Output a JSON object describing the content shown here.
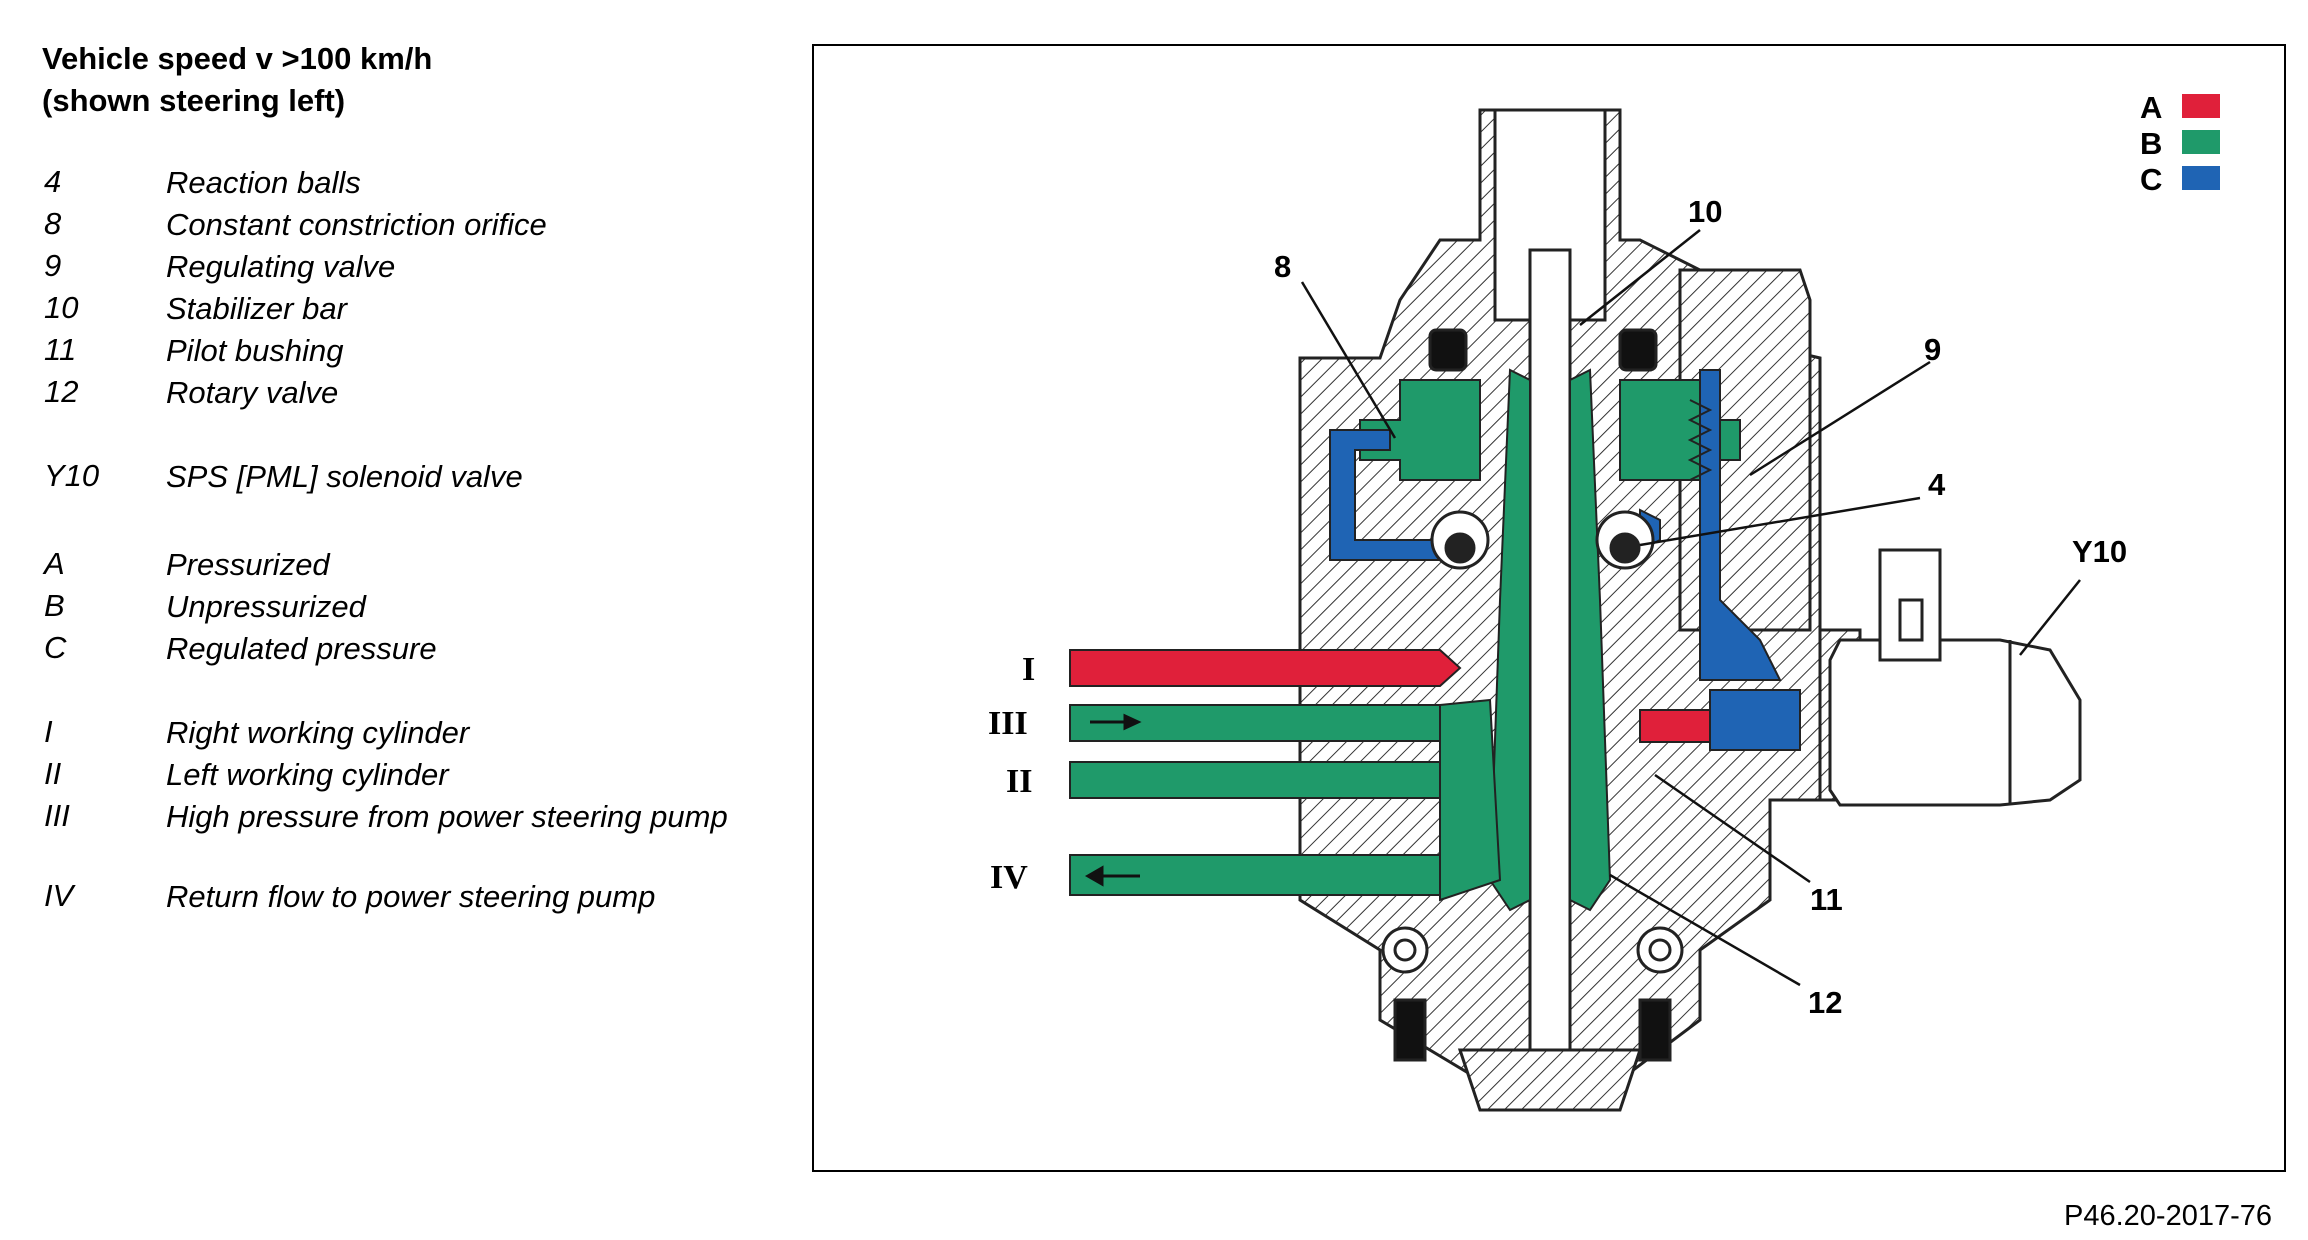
{
  "heading": {
    "line1": "Vehicle speed v >100 km/h",
    "line2": "(shown steering left)"
  },
  "legend": [
    {
      "code": "4",
      "desc": "Reaction balls"
    },
    {
      "code": "8",
      "desc": "Constant constriction orifice"
    },
    {
      "code": "9",
      "desc": "Regulating valve"
    },
    {
      "code": "10",
      "desc": "Stabilizer bar"
    },
    {
      "code": "11",
      "desc": "Pilot bushing"
    },
    {
      "code": "12",
      "desc": "Rotary valve"
    },
    {
      "code": "Y10",
      "desc": "SPS [PML] solenoid valve"
    },
    {
      "code": "A",
      "desc": "Pressurized"
    },
    {
      "code": "B",
      "desc": "Unpressurized"
    },
    {
      "code": "C",
      "desc": "Regulated pressure"
    },
    {
      "code": "I",
      "desc": "Right working cylinder"
    },
    {
      "code": "II",
      "desc": "Left working cylinder"
    },
    {
      "code": "III",
      "desc": "High pressure from power steering pump"
    },
    {
      "code": "IV",
      "desc": "Return flow to power steering pump"
    }
  ],
  "diagram": {
    "callouts": [
      "8",
      "10",
      "9",
      "4",
      "Y10",
      "11",
      "12"
    ],
    "ports": [
      "I",
      "III",
      "II",
      "IV"
    ],
    "color_key": [
      {
        "label": "A",
        "color": "#e0203a"
      },
      {
        "label": "B",
        "color": "#1f9a6a"
      },
      {
        "label": "C",
        "color": "#1f64b4"
      }
    ]
  },
  "reference": "P46.20-2017-76"
}
